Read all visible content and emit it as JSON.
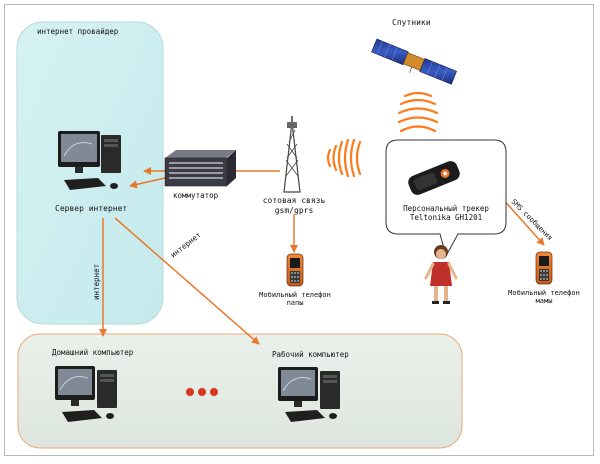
{
  "diagram": {
    "provider_label": "интернет провайдер",
    "satellites_label": "Спутники",
    "switch_label": "коммутатор",
    "tower_label_line1": "сотовая связь",
    "tower_label_line2": "gsm/gprs",
    "server_label": "Сервер интернет",
    "tracker_label_line1": "Персональный трекер",
    "tracker_label_line2": "Teltonika GH1201",
    "dad_phone_label_line1": "Мобильный телефон",
    "dad_phone_label_line2": "папы",
    "mom_phone_label_line1": "Мобильный телефон",
    "mom_phone_label_line2": "мамы",
    "sms_label": "SMS сообщения",
    "internet_label_vertical": "интернет",
    "internet_label_diagonal": "интернет",
    "home_pc_label": "Домашний компьютер",
    "work_pc_label": "Рабочий компьютер",
    "colors": {
      "provider_box": "#cfeef0",
      "office_box": "#e3ebe4",
      "arrow": "#e8782a",
      "signal": "#ff7a1a",
      "dots": "#d9361f"
    }
  }
}
